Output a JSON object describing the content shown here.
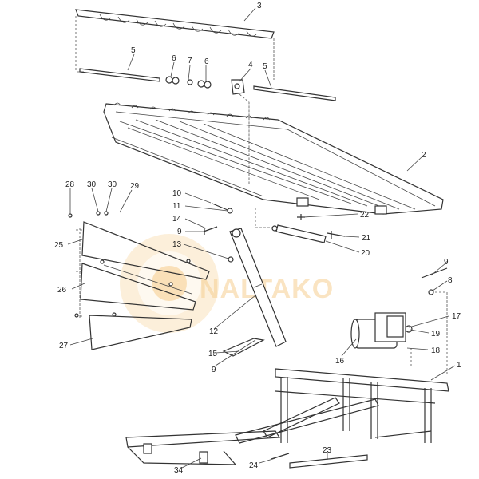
{
  "watermark": {
    "brand": "NALTAKO",
    "color": "#f5b54a"
  },
  "callouts": [
    {
      "id": "c3",
      "text": "3"
    },
    {
      "id": "c5a",
      "text": "5"
    },
    {
      "id": "c6a",
      "text": "6"
    },
    {
      "id": "c7",
      "text": "7"
    },
    {
      "id": "c6b",
      "text": "6"
    },
    {
      "id": "c4",
      "text": "4"
    },
    {
      "id": "c5b",
      "text": "5"
    },
    {
      "id": "c2",
      "text": "2"
    },
    {
      "id": "c28",
      "text": "28"
    },
    {
      "id": "c30a",
      "text": "30"
    },
    {
      "id": "c30b",
      "text": "30"
    },
    {
      "id": "c29",
      "text": "29"
    },
    {
      "id": "c10",
      "text": "10"
    },
    {
      "id": "c11",
      "text": "11"
    },
    {
      "id": "c22",
      "text": "22"
    },
    {
      "id": "c14",
      "text": "14"
    },
    {
      "id": "c9a",
      "text": "9"
    },
    {
      "id": "c21",
      "text": "21"
    },
    {
      "id": "c25",
      "text": "25"
    },
    {
      "id": "c13",
      "text": "13"
    },
    {
      "id": "c20",
      "text": "20"
    },
    {
      "id": "c26",
      "text": "26"
    },
    {
      "id": "c9b",
      "text": "9"
    },
    {
      "id": "c8",
      "text": "8"
    },
    {
      "id": "c17",
      "text": "17"
    },
    {
      "id": "c19",
      "text": "19"
    },
    {
      "id": "c12",
      "text": "12"
    },
    {
      "id": "c27",
      "text": "27"
    },
    {
      "id": "c15",
      "text": "15"
    },
    {
      "id": "c18",
      "text": "18"
    },
    {
      "id": "c16",
      "text": "16"
    },
    {
      "id": "c9c",
      "text": "9"
    },
    {
      "id": "c1",
      "text": "1"
    },
    {
      "id": "c23",
      "text": "23"
    },
    {
      "id": "c24",
      "text": "24"
    },
    {
      "id": "c34",
      "text": "34"
    }
  ]
}
